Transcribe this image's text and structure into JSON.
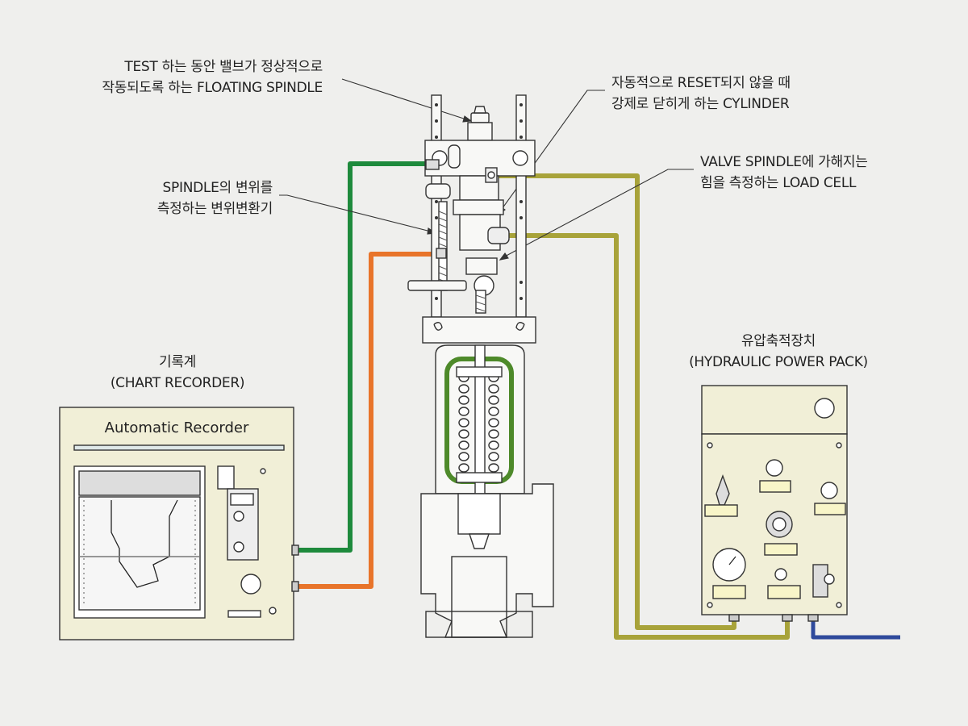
{
  "callouts": {
    "floating_spindle": [
      "TEST 하는 동안 밸브가 정상적으로",
      "작동되도록 하는 FLOATING SPINDLE"
    ],
    "cylinder": [
      "자동적으로 RESET되지 않을 때",
      "강제로 닫히게 하는 CYLINDER"
    ],
    "load_cell": [
      "VALVE SPINDLE에 가해지는",
      "힘을 측정하는 LOAD CELL"
    ],
    "transducer": [
      "SPINDLE의 변위를",
      "측정하는 변위변환기"
    ]
  },
  "chart_recorder": {
    "label_ko": "기록계",
    "label_en": "(CHART RECORDER)",
    "panel_title": "Automatic Recorder"
  },
  "power_pack": {
    "label_ko": "유압축적장치",
    "label_en": "(HYDRAULIC POWER PACK)"
  },
  "colors": {
    "background": "#efefed",
    "green_line": "#1e8a3c",
    "orange_line": "#e8742a",
    "olive_line": "#a8a33a",
    "blue_line": "#2f4a9c",
    "spring_green": "#4e8a2a",
    "panel_cream": "#f1efd7"
  }
}
